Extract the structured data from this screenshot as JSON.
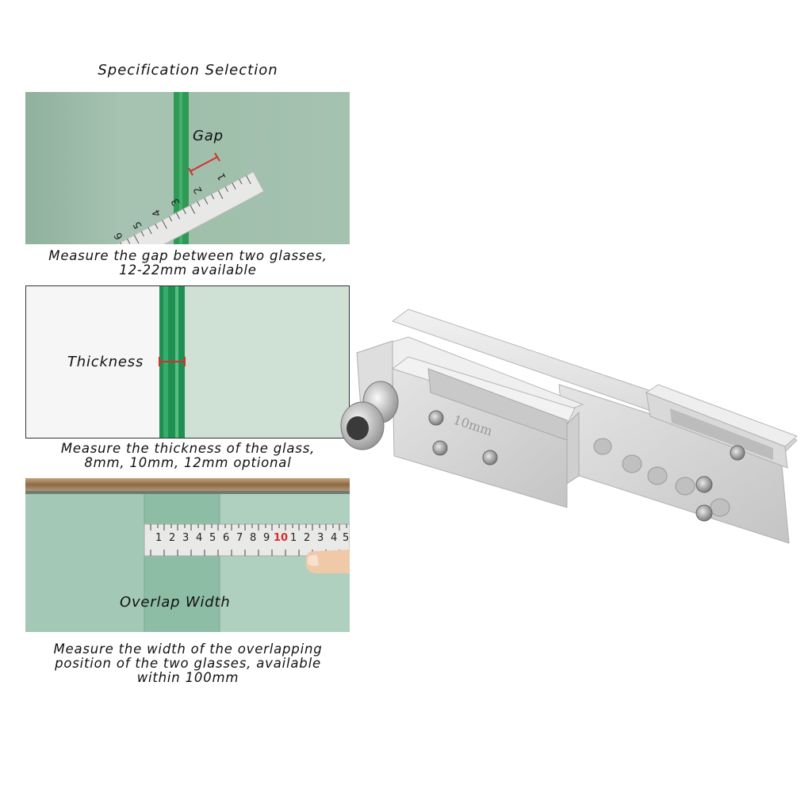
{
  "header": {
    "title": "Specification Selection"
  },
  "panels": [
    {
      "label": "Gap",
      "caption": [
        "Measure the gap between two glasses,",
        "12-22mm available"
      ],
      "ruler_numbers": [
        "1",
        "2",
        "3",
        "4",
        "5",
        "6"
      ]
    },
    {
      "label": "Thickness",
      "caption": [
        "Measure the thickness of the glass,",
        "8mm, 10mm, 12mm optional"
      ]
    },
    {
      "label": "Overlap Width",
      "caption": [
        "Measure the width of the overlapping",
        "position of the two glasses, available",
        "within 100mm"
      ],
      "ruler_numbers": [
        "1",
        "2",
        "3",
        "4",
        "5",
        "6",
        "7",
        "8",
        "9",
        "10",
        "1",
        "2",
        "3",
        "4",
        "5"
      ]
    }
  ],
  "product": {
    "engraving": "10mm"
  },
  "colors": {
    "glass": "#a9c6b4",
    "glass_edge": "#2f9a5a",
    "ruler": "#e6e6e6",
    "metal": "#d8d8d8",
    "marker": "#d43030"
  }
}
